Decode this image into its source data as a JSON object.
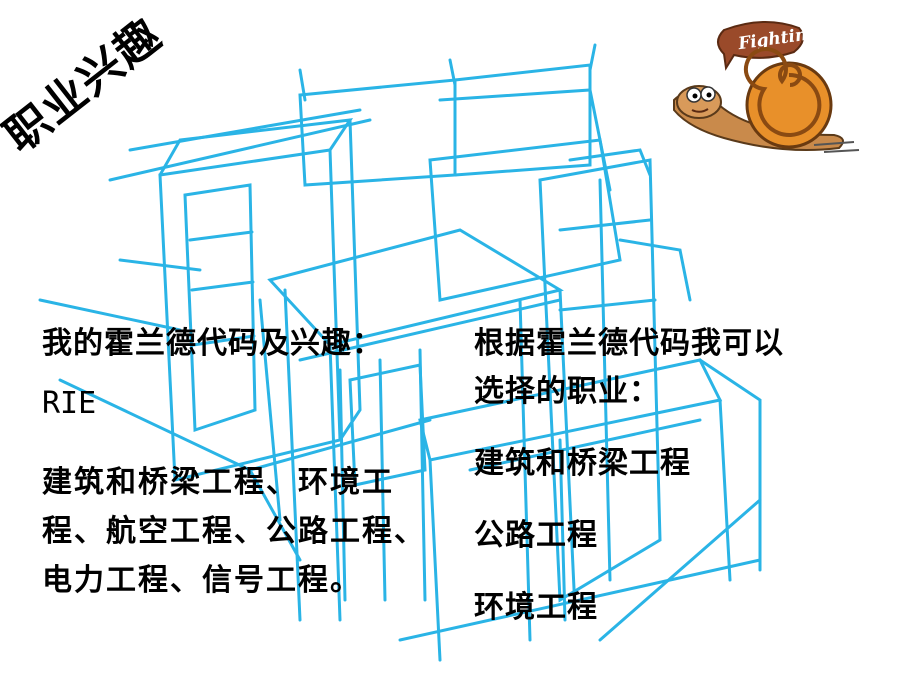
{
  "slide": {
    "title": "职业兴趣",
    "left_heading": "我的霍兰德代码及兴趣：",
    "holland_code": "RIE",
    "left_body": "建筑和桥梁工程、环境工程、航空工程、公路工程、电力工程、信号工程。",
    "right_heading_line1": "根据霍兰德代码我可以",
    "right_heading_line2": "选择的职业：",
    "careers": [
      "建筑和桥梁工程",
      "公路工程",
      "环境工程"
    ],
    "sticker_text": "Fighting"
  },
  "colors": {
    "sketch_line": "#2ab4e6",
    "snail_shell": "#e8902a",
    "snail_body": "#c98a4b",
    "badge": "#9a4a2a"
  },
  "icons": {
    "background": "building-sketch-illustration",
    "mascot": "snail-mascot-icon",
    "badge": "speech-bubble-icon"
  }
}
